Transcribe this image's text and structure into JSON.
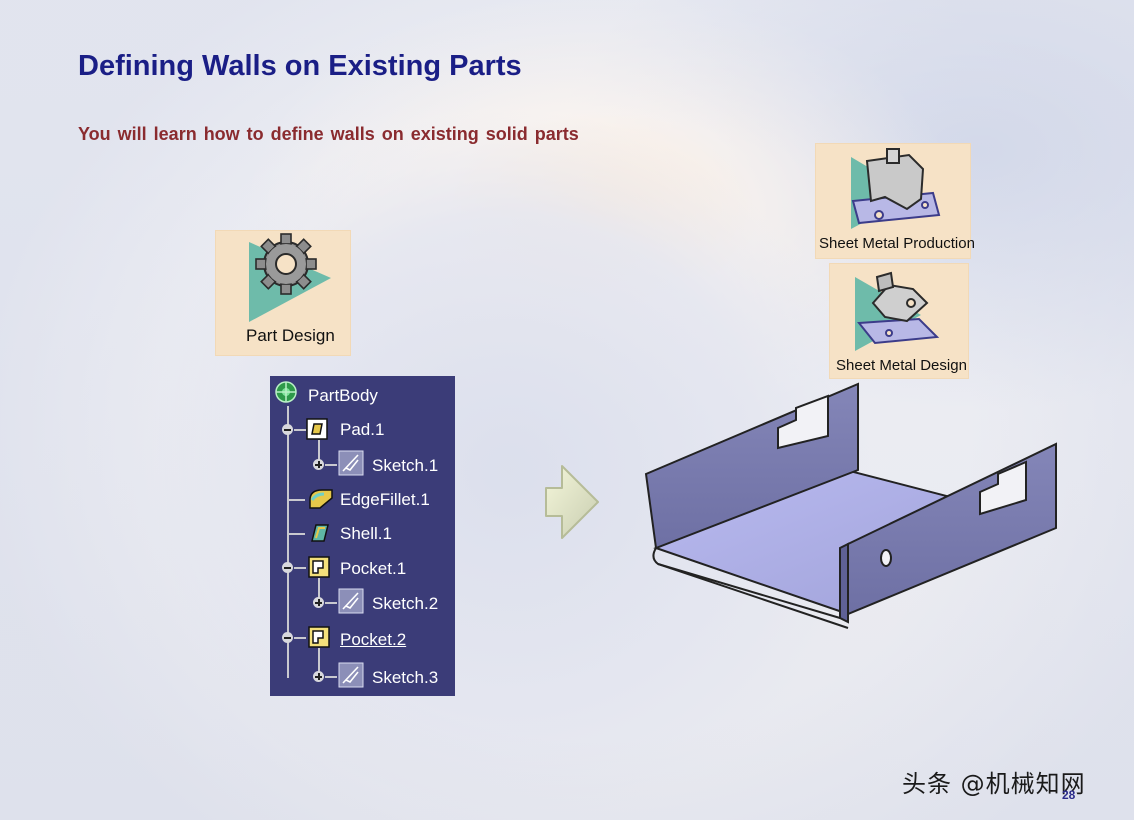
{
  "slide": {
    "title": "Defining Walls on Existing Parts",
    "subtitle": "You will learn how to define walls on existing solid parts",
    "page_number": "28",
    "watermark": "头条 @机械知网"
  },
  "workbenches": {
    "part_design": {
      "label": "Part Design",
      "icon": "gear-icon"
    },
    "sheet_metal_production": {
      "label": "Sheet Metal Production",
      "icon": "sheet-metal-production-icon"
    },
    "sheet_metal_design": {
      "label": "Sheet Metal Design",
      "icon": "sheet-metal-design-icon"
    }
  },
  "tree": {
    "root": "PartBody",
    "items": [
      {
        "label": "Pad.1",
        "icon": "pad-icon"
      },
      {
        "label": "Sketch.1",
        "icon": "sketch-icon"
      },
      {
        "label": "EdgeFillet.1",
        "icon": "edge-fillet-icon"
      },
      {
        "label": "Shell.1",
        "icon": "shell-icon"
      },
      {
        "label": "Pocket.1",
        "icon": "pocket-icon"
      },
      {
        "label": "Sketch.2",
        "icon": "sketch-icon"
      },
      {
        "label": "Pocket.2",
        "icon": "pocket-icon"
      },
      {
        "label": "Sketch.3",
        "icon": "sketch-icon"
      }
    ]
  },
  "colors": {
    "title": "#1a1e86",
    "subtitle": "#8a2b2f",
    "tree_background": "#3b3c78",
    "workbench_tile": "#f6e2c6",
    "part_fill": "#8a8cc0"
  },
  "icons": {
    "arrow": "arrow-right-icon",
    "part": "sheet-metal-part-illustration"
  }
}
